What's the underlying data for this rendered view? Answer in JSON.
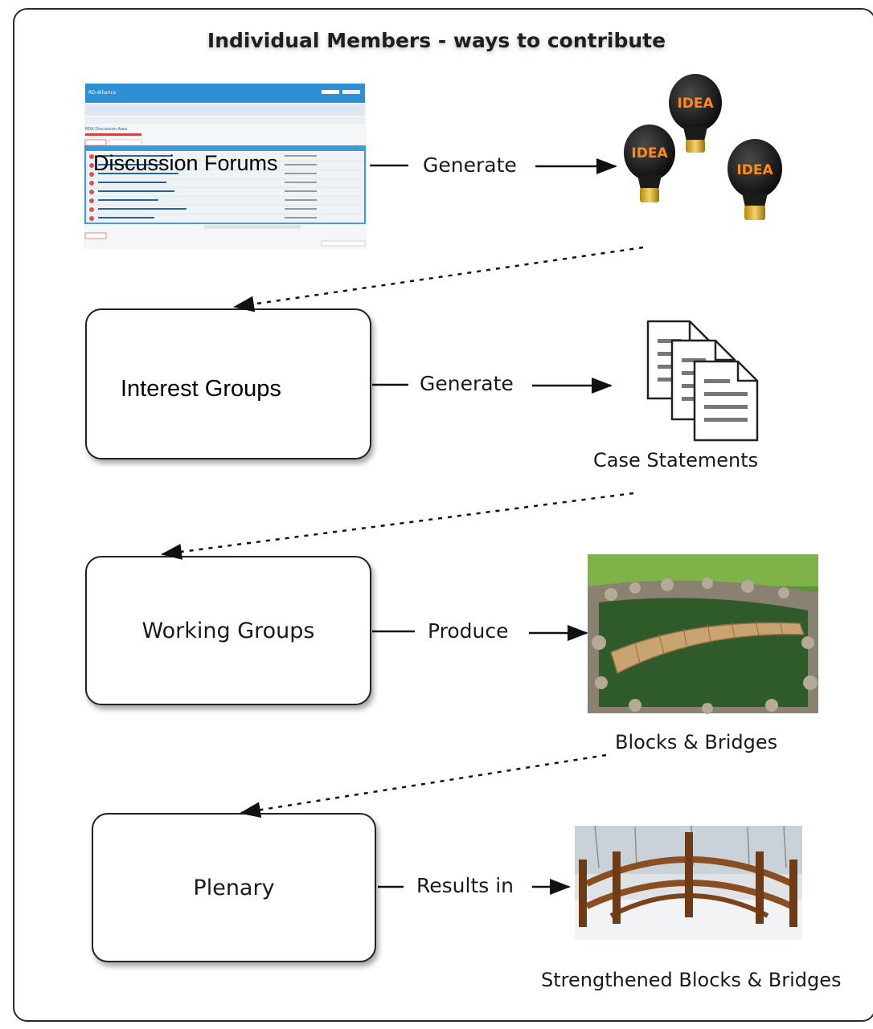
{
  "title": "Individual Members - ways to contribute",
  "discussion_forums": {
    "label": "Discussion Forums",
    "screenshot_header": "RD-Alliance",
    "screenshot_section": "RDA Discussion Area"
  },
  "nodes": {
    "interest_groups": "Interest Groups",
    "working_groups": "Working Groups",
    "plenary": "Plenary"
  },
  "edges": {
    "generate_1": "Generate",
    "generate_2": "Generate",
    "produce": "Produce",
    "results_in": "Results in"
  },
  "idea_bulb_text": "IDEA",
  "captions": {
    "case_statements": "Case Statements",
    "blocks_bridges": "Blocks & Bridges",
    "strengthened": "Strengthened Blocks & Bridges"
  },
  "colors": {
    "forum_header": "#2d8fd4",
    "bulb_glass": "#1b1b1b",
    "bulb_text": "#ff8a1f",
    "water": "#2f5a2a",
    "grass": "#6aa33a",
    "bridge_wood": "#c9a471",
    "dark_bridge_wood": "#8a4e22"
  }
}
